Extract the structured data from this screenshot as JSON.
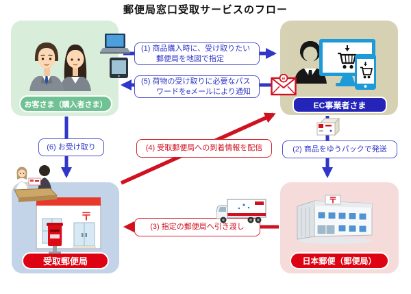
{
  "title": "郵便局窓口受取サービスのフロー",
  "nodes": {
    "customer": {
      "label": "お客さま（購入者さま）"
    },
    "ec_operator": {
      "label": "EC事業者さま"
    },
    "pickup_post_office": {
      "label": "受取郵便局"
    },
    "japan_post": {
      "label": "日本郵便（郵便局）"
    }
  },
  "steps": {
    "step1": {
      "line1": "(1) 商品購入時に、受け取りたい",
      "line2": "郵便局を地図で指定"
    },
    "step2": {
      "line1": "(2) 商品をゆうパックで発送"
    },
    "step3": {
      "line1": "(3) 指定の郵便局へ引き渡し"
    },
    "step4": {
      "line1": "(4) 受取郵便局への到着情報を配信"
    },
    "step5": {
      "line1": "(5) 荷物の受け取りに必要なパス",
      "line2": "ワードをeメールにより通知"
    },
    "step6": {
      "line1": "(6) お受け取り"
    }
  },
  "glyphs": {
    "postal_mark": "〒",
    "email_e": "e"
  },
  "colors": {
    "flow_blue": "#2f36c8",
    "flow_red": "#cf1120",
    "customer_box_bg": "#d8edda",
    "customer_pill_bg": "#70c294",
    "ec_box_bg": "#d7d1b3",
    "ec_pill_bg": "#2424b8",
    "pickup_box_bg": "#c4d4e8",
    "japan_post_box_bg": "#f6dbdb",
    "office_pill_bg": "#de0312"
  }
}
